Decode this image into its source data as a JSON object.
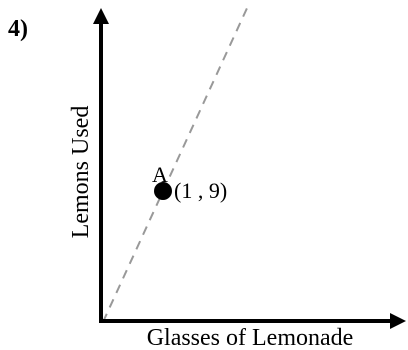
{
  "problem_number": "4)",
  "chart_data": {
    "type": "scatter",
    "xlabel": "Glasses of Lemonade",
    "ylabel": "Lemons Used",
    "points": [
      {
        "label": "A",
        "x": 1,
        "y": 9,
        "coord_text": "(1 , 9)"
      }
    ],
    "reference_line": {
      "style": "dashed",
      "through_origin": true
    }
  },
  "colors": {
    "ink": "#000000",
    "dashed_line": "#999999"
  }
}
